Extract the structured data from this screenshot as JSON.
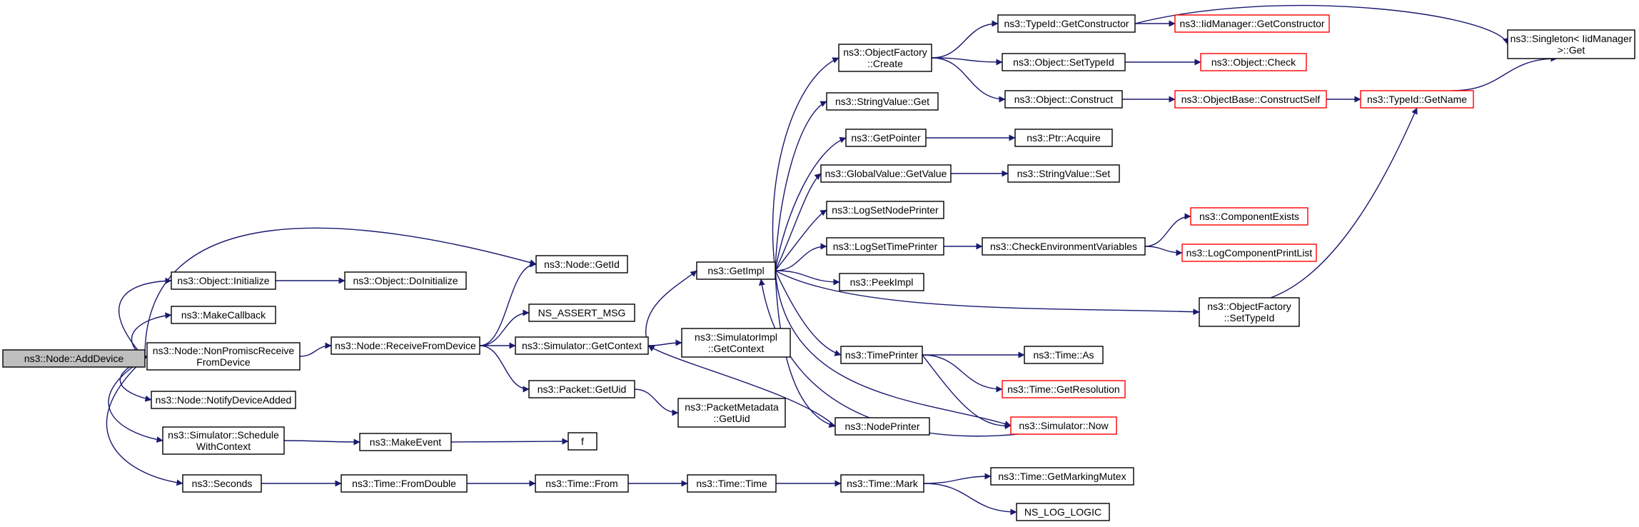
{
  "colors": {
    "edge": "#191970",
    "node_border": "#000000",
    "node_border_external": "#ff0000",
    "root_fill": "#bfbfbf",
    "node_fill": "#ffffff"
  },
  "nodes": [
    {
      "id": "add_device",
      "label": [
        "ns3::Node::AddDevice"
      ],
      "style": "root"
    },
    {
      "id": "object_initialize",
      "label": [
        "ns3::Object::Initialize"
      ],
      "style": "normal"
    },
    {
      "id": "make_callback",
      "label": [
        "ns3::MakeCallback"
      ],
      "style": "normal"
    },
    {
      "id": "non_promisc",
      "label": [
        "ns3::Node::NonPromiscReceive",
        "FromDevice"
      ],
      "style": "normal"
    },
    {
      "id": "notify_device_added",
      "label": [
        "ns3::Node::NotifyDeviceAdded"
      ],
      "style": "normal"
    },
    {
      "id": "schedule_with_context",
      "label": [
        "ns3::Simulator::Schedule",
        "WithContext"
      ],
      "style": "normal"
    },
    {
      "id": "seconds",
      "label": [
        "ns3::Seconds"
      ],
      "style": "normal"
    },
    {
      "id": "do_initialize",
      "label": [
        "ns3::Object::DoInitialize"
      ],
      "style": "normal"
    },
    {
      "id": "receive_from_device",
      "label": [
        "ns3::Node::ReceiveFromDevice"
      ],
      "style": "normal"
    },
    {
      "id": "make_event",
      "label": [
        "ns3::MakeEvent"
      ],
      "style": "normal"
    },
    {
      "id": "time_from_double",
      "label": [
        "ns3::Time::FromDouble"
      ],
      "style": "normal"
    },
    {
      "id": "node_get_id",
      "label": [
        "ns3::Node::GetId"
      ],
      "style": "normal"
    },
    {
      "id": "ns_assert_msg",
      "label": [
        "NS_ASSERT_MSG"
      ],
      "style": "normal"
    },
    {
      "id": "sim_get_context",
      "label": [
        "ns3::Simulator::GetContext"
      ],
      "style": "normal"
    },
    {
      "id": "packet_get_uid",
      "label": [
        "ns3::Packet::GetUid"
      ],
      "style": "normal"
    },
    {
      "id": "f",
      "label": [
        "f"
      ],
      "style": "normal"
    },
    {
      "id": "time_from",
      "label": [
        "ns3::Time::From"
      ],
      "style": "normal"
    },
    {
      "id": "get_impl",
      "label": [
        "ns3::GetImpl"
      ],
      "style": "normal"
    },
    {
      "id": "simimpl_get_context",
      "label": [
        "ns3::SimulatorImpl",
        "::GetContext"
      ],
      "style": "normal"
    },
    {
      "id": "packet_metadata_get_uid",
      "label": [
        "ns3::PacketMetadata",
        "::GetUid"
      ],
      "style": "normal"
    },
    {
      "id": "time_time",
      "label": [
        "ns3::Time::Time"
      ],
      "style": "normal"
    },
    {
      "id": "object_factory_create",
      "label": [
        "ns3::ObjectFactory",
        "::Create"
      ],
      "style": "normal"
    },
    {
      "id": "string_value_get",
      "label": [
        "ns3::StringValue::Get"
      ],
      "style": "normal"
    },
    {
      "id": "get_pointer",
      "label": [
        "ns3::GetPointer"
      ],
      "style": "normal"
    },
    {
      "id": "global_value_get_value",
      "label": [
        "ns3::GlobalValue::GetValue"
      ],
      "style": "normal"
    },
    {
      "id": "log_set_node_printer",
      "label": [
        "ns3::LogSetNodePrinter"
      ],
      "style": "normal"
    },
    {
      "id": "log_set_time_printer",
      "label": [
        "ns3::LogSetTimePrinter"
      ],
      "style": "normal"
    },
    {
      "id": "peek_impl",
      "label": [
        "ns3::PeekImpl"
      ],
      "style": "normal"
    },
    {
      "id": "time_printer",
      "label": [
        "ns3::TimePrinter"
      ],
      "style": "normal"
    },
    {
      "id": "node_printer",
      "label": [
        "ns3::NodePrinter"
      ],
      "style": "normal"
    },
    {
      "id": "time_mark",
      "label": [
        "ns3::Time::Mark"
      ],
      "style": "normal"
    },
    {
      "id": "typeid_get_constructor",
      "label": [
        "ns3::TypeId::GetConstructor"
      ],
      "style": "normal"
    },
    {
      "id": "object_set_typeid",
      "label": [
        "ns3::Object::SetTypeId"
      ],
      "style": "normal"
    },
    {
      "id": "object_construct",
      "label": [
        "ns3::Object::Construct"
      ],
      "style": "normal"
    },
    {
      "id": "ptr_acquire",
      "label": [
        "ns3::Ptr::Acquire"
      ],
      "style": "normal"
    },
    {
      "id": "string_value_set",
      "label": [
        "ns3::StringValue::Set"
      ],
      "style": "normal"
    },
    {
      "id": "check_env_vars",
      "label": [
        "ns3::CheckEnvironmentVariables"
      ],
      "style": "normal"
    },
    {
      "id": "object_factory_set_typeid",
      "label": [
        "ns3::ObjectFactory",
        "::SetTypeId"
      ],
      "style": "normal"
    },
    {
      "id": "time_as",
      "label": [
        "ns3::Time::As"
      ],
      "style": "normal"
    },
    {
      "id": "time_get_resolution",
      "label": [
        "ns3::Time::GetResolution"
      ],
      "style": "external"
    },
    {
      "id": "simulator_now",
      "label": [
        "ns3::Simulator::Now"
      ],
      "style": "external"
    },
    {
      "id": "time_get_marking_mutex",
      "label": [
        "ns3::Time::GetMarkingMutex"
      ],
      "style": "normal"
    },
    {
      "id": "ns_log_logic",
      "label": [
        "NS_LOG_LOGIC"
      ],
      "style": "normal"
    },
    {
      "id": "iid_manager_get_constructor",
      "label": [
        "ns3::IidManager::GetConstructor"
      ],
      "style": "external"
    },
    {
      "id": "object_check",
      "label": [
        "ns3::Object::Check"
      ],
      "style": "external"
    },
    {
      "id": "object_base_construct_self",
      "label": [
        "ns3::ObjectBase::ConstructSelf"
      ],
      "style": "external"
    },
    {
      "id": "component_exists",
      "label": [
        "ns3::ComponentExists"
      ],
      "style": "external"
    },
    {
      "id": "log_component_print_list",
      "label": [
        "ns3::LogComponentPrintList"
      ],
      "style": "external"
    },
    {
      "id": "typeid_get_name",
      "label": [
        "ns3::TypeId::GetName"
      ],
      "style": "external"
    },
    {
      "id": "singleton_get",
      "label": [
        "ns3::Singleton< IidManager",
        ">::Get"
      ],
      "style": "normal"
    }
  ],
  "edges": [
    [
      "add_device",
      "node_get_id"
    ],
    [
      "add_device",
      "object_initialize"
    ],
    [
      "add_device",
      "make_callback"
    ],
    [
      "add_device",
      "non_promisc"
    ],
    [
      "add_device",
      "notify_device_added"
    ],
    [
      "add_device",
      "schedule_with_context"
    ],
    [
      "add_device",
      "seconds"
    ],
    [
      "object_initialize",
      "do_initialize"
    ],
    [
      "non_promisc",
      "receive_from_device"
    ],
    [
      "receive_from_device",
      "node_get_id"
    ],
    [
      "receive_from_device",
      "ns_assert_msg"
    ],
    [
      "receive_from_device",
      "sim_get_context"
    ],
    [
      "receive_from_device",
      "packet_get_uid"
    ],
    [
      "schedule_with_context",
      "make_event"
    ],
    [
      "make_event",
      "f"
    ],
    [
      "seconds",
      "time_from_double"
    ],
    [
      "time_from_double",
      "time_from"
    ],
    [
      "time_from",
      "time_time"
    ],
    [
      "time_time",
      "time_mark"
    ],
    [
      "sim_get_context",
      "get_impl"
    ],
    [
      "sim_get_context",
      "simimpl_get_context"
    ],
    [
      "packet_get_uid",
      "packet_metadata_get_uid"
    ],
    [
      "get_impl",
      "object_factory_create"
    ],
    [
      "get_impl",
      "string_value_get"
    ],
    [
      "get_impl",
      "get_pointer"
    ],
    [
      "get_impl",
      "global_value_get_value"
    ],
    [
      "get_impl",
      "log_set_node_printer"
    ],
    [
      "get_impl",
      "log_set_time_printer"
    ],
    [
      "get_impl",
      "peek_impl"
    ],
    [
      "get_impl",
      "object_factory_set_typeid"
    ],
    [
      "get_impl",
      "time_printer"
    ],
    [
      "get_impl",
      "node_printer"
    ],
    [
      "get_impl",
      "simulator_now"
    ],
    [
      "node_printer",
      "sim_get_context"
    ],
    [
      "object_factory_create",
      "typeid_get_constructor"
    ],
    [
      "object_factory_create",
      "object_set_typeid"
    ],
    [
      "object_factory_create",
      "object_construct"
    ],
    [
      "typeid_get_constructor",
      "iid_manager_get_constructor"
    ],
    [
      "typeid_get_constructor",
      "singleton_get"
    ],
    [
      "object_set_typeid",
      "object_check"
    ],
    [
      "object_construct",
      "object_base_construct_self"
    ],
    [
      "object_base_construct_self",
      "typeid_get_name"
    ],
    [
      "typeid_get_name",
      "singleton_get"
    ],
    [
      "get_pointer",
      "ptr_acquire"
    ],
    [
      "global_value_get_value",
      "string_value_set"
    ],
    [
      "log_set_time_printer",
      "check_env_vars"
    ],
    [
      "check_env_vars",
      "component_exists"
    ],
    [
      "check_env_vars",
      "log_component_print_list"
    ],
    [
      "object_factory_set_typeid",
      "typeid_get_name"
    ],
    [
      "time_printer",
      "time_as"
    ],
    [
      "time_printer",
      "time_get_resolution"
    ],
    [
      "time_printer",
      "simulator_now"
    ],
    [
      "simulator_now",
      "get_impl"
    ],
    [
      "time_mark",
      "time_get_marking_mutex"
    ],
    [
      "time_mark",
      "ns_log_logic"
    ]
  ]
}
